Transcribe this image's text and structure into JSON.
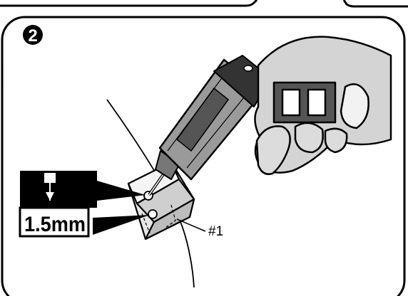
{
  "step": {
    "number": "2"
  },
  "callout": {
    "drill_size": "1.5mm"
  },
  "labels": {
    "part": "#1"
  },
  "colors": {
    "ink": "#000000",
    "paper": "#ffffff",
    "shade_dark": "#555555",
    "shade_mid": "#9a9a9a",
    "shade_light": "#d4d4d4"
  },
  "icons": [
    "step-number-badge",
    "drill-bit-arrow-icon",
    "screwdriver",
    "hand"
  ]
}
